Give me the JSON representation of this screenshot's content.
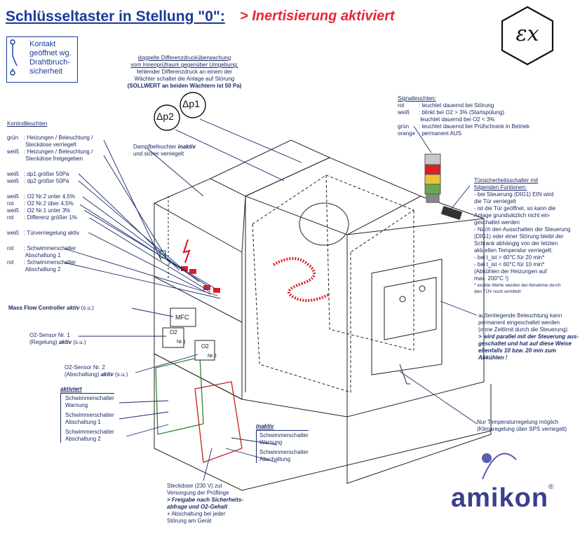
{
  "title": {
    "main": "Schlüsseltaster in Stellung \"0\":",
    "status": "> Inertisierung aktiviert"
  },
  "contact_note": [
    "Kontakt",
    "geöffnet wg.",
    "Drahtbruch-",
    "sicherheit"
  ],
  "ex_mark": "εx",
  "pressure": {
    "lines": [
      "doppelte Differenzdrucküberwachung",
      "vom Innenprüfraum gegenüber Umgebung:",
      "fehlender Differenzdruck an einem der",
      "Wächter schaltet die Anlage auf Störung"
    ],
    "bold_line": "(SOLLWERT an beiden Wächtern ist 50 Pa)",
    "dp1": "Δp1",
    "dp2": "Δp2"
  },
  "control_lights": {
    "heading": "Kontrollleuchten",
    "items": [
      {
        "color": "grün",
        "text": ": Heizungen / Beleuchtung /"
      },
      {
        "color": "",
        "text": "  Steckdose verriegelt"
      },
      {
        "color": "weiß",
        "text": ": Heizungen / Beleuchtung /"
      },
      {
        "color": "",
        "text": "  Steckdose freigegeben"
      },
      {
        "color": "weiß",
        "text": ": dp1 größer 50Pa"
      },
      {
        "color": "weiß",
        "text": ": dp2 größer 50Pa"
      },
      {
        "color": "weiß",
        "text": ": O2 Nr.2 unter 4,5%"
      },
      {
        "color": "rot",
        "text": ": O2 Nr.2 über 4,5%"
      },
      {
        "color": "weiß",
        "text": ": O2 Nr.1 unter 3%"
      },
      {
        "color": "rot",
        "text": ": Differenz größer 1%"
      },
      {
        "color": "weiß",
        "text": ": Türverriegelung aktiv"
      },
      {
        "color": "rot",
        "text": ": Schwimmerschalter"
      },
      {
        "color": "",
        "text": "  Abschaltung 1"
      },
      {
        "color": "rot",
        "text": ": Schwimmerschalter"
      },
      {
        "color": "",
        "text": "  Abschaltung 2"
      }
    ]
  },
  "steam": {
    "line1_plain": "Dampfbefeuchter ",
    "line1_italic": "inaktiv",
    "line2": "und sicher verriegelt"
  },
  "signal_lights": {
    "heading": "Signalleuchten:",
    "rows": [
      {
        "color": "rot",
        "text": ": leuchtet dauernd bei Störung"
      },
      {
        "color": "weiß",
        "text": ": blinkt bei  O2 > 3%  (Startspülung)"
      },
      {
        "color": "",
        "text": "  leuchtet dauernd bei  O2 < 3%"
      },
      {
        "color": "grün",
        "text": ": leuchtet dauernd bei Prüfschrank in Betrieb"
      },
      {
        "color": "orange",
        "text": ": permanent AUS"
      }
    ]
  },
  "door_switch": {
    "heading": [
      "Türsicherheitsschalter mit",
      "folgenden Funtionen:"
    ],
    "lines": [
      "- bei Steuerung (DIG1) EIN wird",
      "  die Tür verriegelt",
      "- ist die Tür geöffnet, so kann die",
      "  Anlage grundsätzlich nicht ein-",
      "  geschaltet werden",
      "- Nach den Ausschalten der Steuerung",
      "  (DIG1) oder einer Störung bleibt der",
      "  Schrank abhängig von der letzten",
      "  aktuellen Temperatur verriegelt:",
      "  - bei t_ist > 60°C für 20 min*",
      "  - bei t_ist < 60°C für 10 min*",
      "  (Abkühlen der Heizungen auf",
      "  max. 200°C !)"
    ],
    "note": [
      "* exakte Werte werden bei Abnahme durch",
      "  den TÜV noch ermittelt"
    ]
  },
  "lighting": {
    "lines": [
      "außenliegende Beleuchtung kann",
      "permanent eingeschaltet werden",
      "(ohne Zeitlimit durch die Steuerung)"
    ],
    "italic_lines": [
      "> wird parallel mit der Steuerung aus-",
      "geschaltet und hat auf diese Weise",
      "ebenfalls 10 bzw. 20 min zum",
      "Abkühlen !"
    ]
  },
  "mfc": {
    "plain": "Mass Flow Controller ",
    "italic": "aktiv",
    "suffix": " (s.u.)",
    "box": "MFC"
  },
  "o2_sensor_1": {
    "line1": "O2-Sensor Nr. 1",
    "line2_plain": "(Regelung) ",
    "line2_italic": "aktiv",
    "line2_suffix": " (s.u.)",
    "box_top": "O2",
    "box_bottom": "Nr.1"
  },
  "o2_sensor_2": {
    "line1": "O2-Sensor Nr. 2",
    "line2_plain": "(Abschaltung) ",
    "line2_italic": "aktiv",
    "line2_suffix": " (s.u.)",
    "box_top": "O2",
    "box_bottom": "Nr.2"
  },
  "float_active": {
    "heading": "aktiviert",
    "lines": [
      "Schwimmerschalter",
      "Warnung",
      "Schwimmerschalter",
      "Abschaltung 1",
      "Schwimmerschalter",
      "Abschaltung 2"
    ]
  },
  "float_inactive": {
    "heading": "inaktiv",
    "lines": [
      "Schwimmerschalter",
      "Warnung",
      "Schwimmerschalter",
      "Abschaltung"
    ]
  },
  "socket": {
    "lines": [
      "Steckdose (230 V) zur",
      "Versorgung der Prüflinge"
    ],
    "italic_lines": [
      "> Freigabe nach Sicherheits-",
      "abfrage und O2-Gehalt"
    ],
    "tail": [
      "+ Abschaltung bei jeder",
      "Störung am Gerät"
    ]
  },
  "temp_control": {
    "lines": [
      "Nur Temperaturregelung möglich",
      "(Klimaregelung über SPS verriegelt)"
    ]
  },
  "brand": {
    "name": "amikon",
    "mark": "®"
  },
  "colors": {
    "navy": "#1a2a6a",
    "red": "#d8202a",
    "brand": "#3a3f8a"
  }
}
